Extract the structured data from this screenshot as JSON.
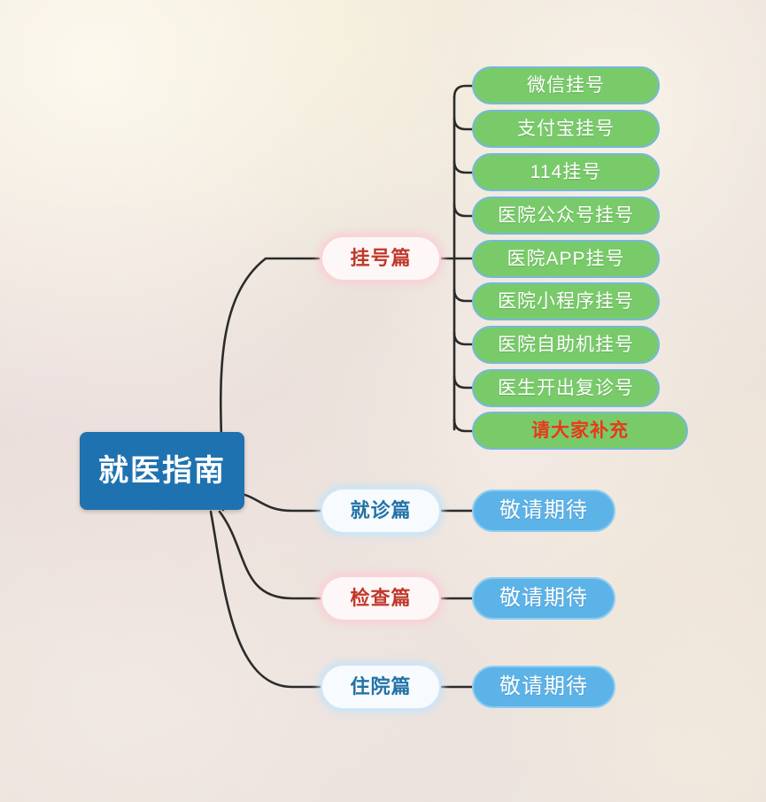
{
  "mindmap": {
    "root": {
      "label": "就医指南",
      "color": "#1f72b0",
      "text_color": "#ffffff"
    },
    "branches": [
      {
        "label": "挂号篇",
        "style": "pink",
        "text_color": "#c0392b",
        "children": [
          {
            "label": "微信挂号",
            "style": "green",
            "text_color": "#ffffff"
          },
          {
            "label": "支付宝挂号",
            "style": "green",
            "text_color": "#ffffff"
          },
          {
            "label": "114挂号",
            "style": "green",
            "text_color": "#ffffff"
          },
          {
            "label": "医院公众号挂号",
            "style": "green",
            "text_color": "#ffffff"
          },
          {
            "label": "医院APP挂号",
            "style": "green",
            "text_color": "#ffffff"
          },
          {
            "label": "医院小程序挂号",
            "style": "green",
            "text_color": "#ffffff"
          },
          {
            "label": "医院自助机挂号",
            "style": "green",
            "text_color": "#ffffff"
          },
          {
            "label": "医生开出复诊号",
            "style": "green",
            "text_color": "#ffffff"
          },
          {
            "label": "请大家补充",
            "style": "green-red-text",
            "text_color": "#e8391a"
          }
        ]
      },
      {
        "label": "就诊篇",
        "style": "blue",
        "text_color": "#2273a8",
        "children": [
          {
            "label": "敬请期待",
            "style": "cyan",
            "text_color": "#ffffff"
          }
        ]
      },
      {
        "label": "检查篇",
        "style": "pink",
        "text_color": "#c0392b",
        "children": [
          {
            "label": "敬请期待",
            "style": "cyan",
            "text_color": "#ffffff"
          }
        ]
      },
      {
        "label": "住院篇",
        "style": "blue",
        "text_color": "#2273a8",
        "children": [
          {
            "label": "敬请期待",
            "style": "cyan",
            "text_color": "#ffffff"
          }
        ]
      }
    ],
    "palette": {
      "background": "#e9e0d9",
      "root_fill": "#1f72b0",
      "green_fill": "#79cb6a",
      "green_border": "#76b8d8",
      "cyan_fill": "#5cb3e8",
      "cyan_border": "#8fcdf0",
      "pink_border": "#f8d4d8",
      "lightblue_border": "#cfe6f7",
      "connector": "#2b2b2b",
      "red_text": "#e8391a"
    }
  }
}
